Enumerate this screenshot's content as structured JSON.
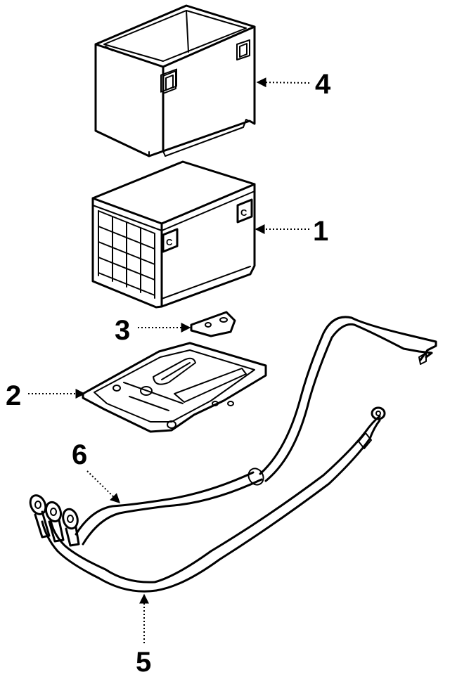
{
  "callouts": [
    {
      "id": "1",
      "label": "1"
    },
    {
      "id": "2",
      "label": "2"
    },
    {
      "id": "3",
      "label": "3"
    },
    {
      "id": "4",
      "label": "4"
    },
    {
      "id": "5",
      "label": "5"
    },
    {
      "id": "6",
      "label": "6"
    }
  ],
  "terminal_marks": [
    "C",
    "C"
  ],
  "colors": {
    "line": "#000000",
    "background": "#ffffff"
  }
}
